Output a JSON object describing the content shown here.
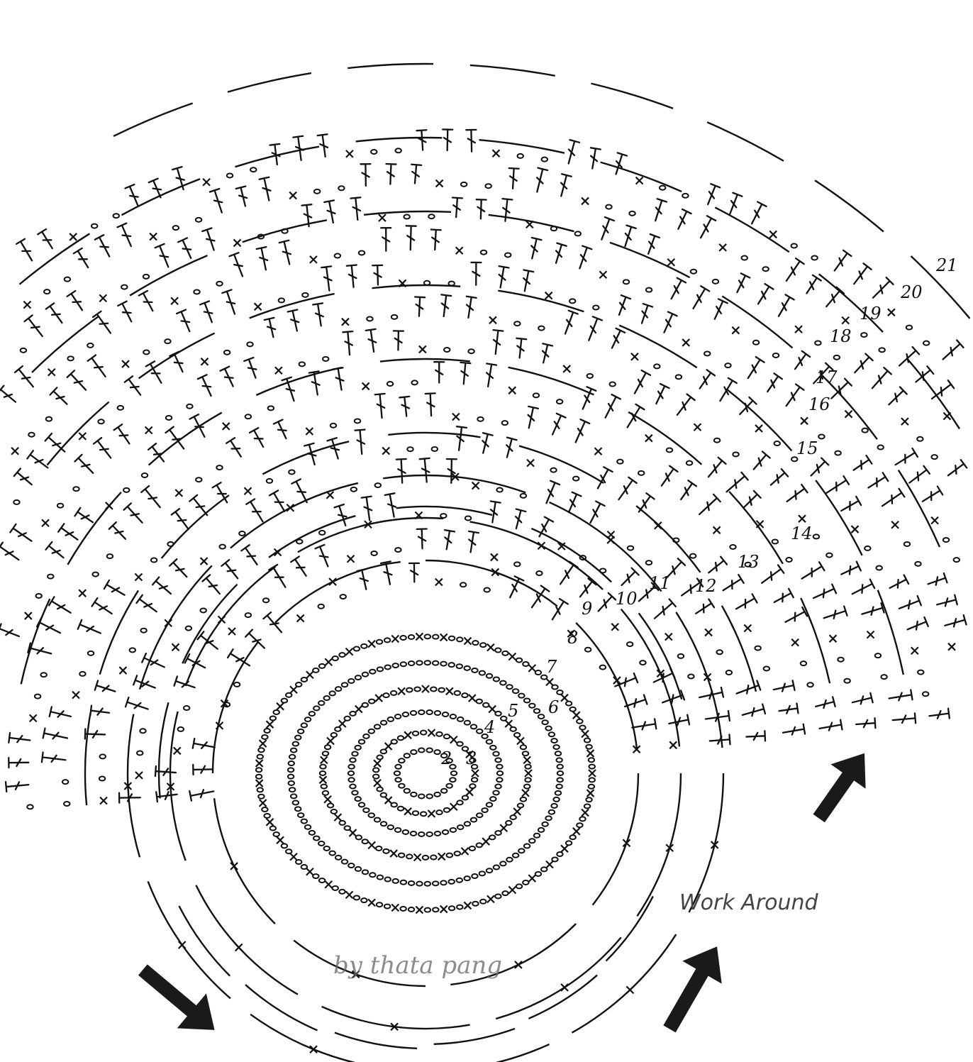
{
  "diagram": {
    "round_labels": [
      "2",
      "3",
      "4",
      "5",
      "6",
      "7",
      "8",
      "9",
      "10",
      "11",
      "12",
      "13",
      "14",
      "15",
      "16",
      "17",
      "18",
      "19",
      "20",
      "21"
    ],
    "direction_text": "Work Around",
    "credit": "by thata pang",
    "ink_color": "#111111",
    "label_color": "#444444",
    "arrows": [
      "arrow-down-right",
      "arrow-up-right",
      "arrow-up-right"
    ]
  }
}
